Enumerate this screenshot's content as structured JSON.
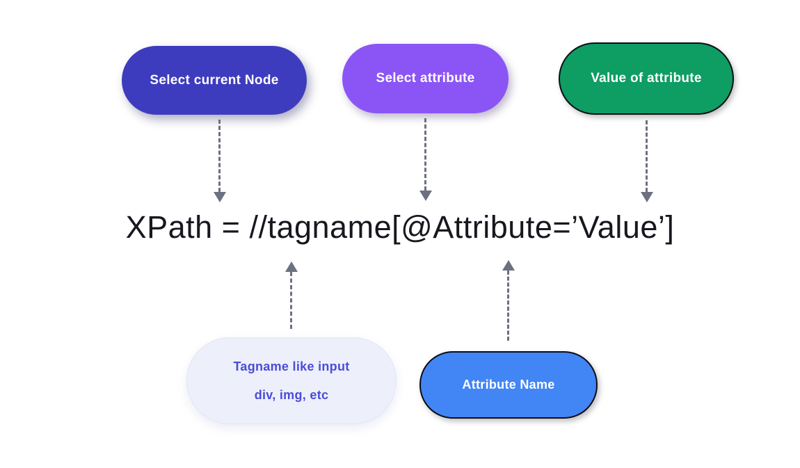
{
  "diagram": {
    "formula": "XPath = //tagname[@Attribute=’Value’]",
    "pills": {
      "select_node": {
        "label": "Select current Node",
        "bg": "#3E3CBE",
        "text": "#FFFFFF"
      },
      "select_attribute": {
        "label": "Select attribute",
        "bg": "#8B55F6",
        "text": "#FFFFFF"
      },
      "value_of_attribute": {
        "label": "Value of attribute",
        "bg": "#0E9D63",
        "text": "#FFFFFF"
      },
      "tagname_note": {
        "line1": "Tagname like input",
        "line2": "div, img, etc",
        "bg": "#EDEFFB",
        "text": "#4A4CD8"
      },
      "attribute_name": {
        "label": "Attribute Name",
        "bg": "#4285F4",
        "text": "#FFFFFF"
      }
    },
    "colors": {
      "background": "#FFFFFF",
      "arrow": "#6C7080",
      "formula_text": "#17171F",
      "pill_outline": "#0D0D16"
    }
  }
}
